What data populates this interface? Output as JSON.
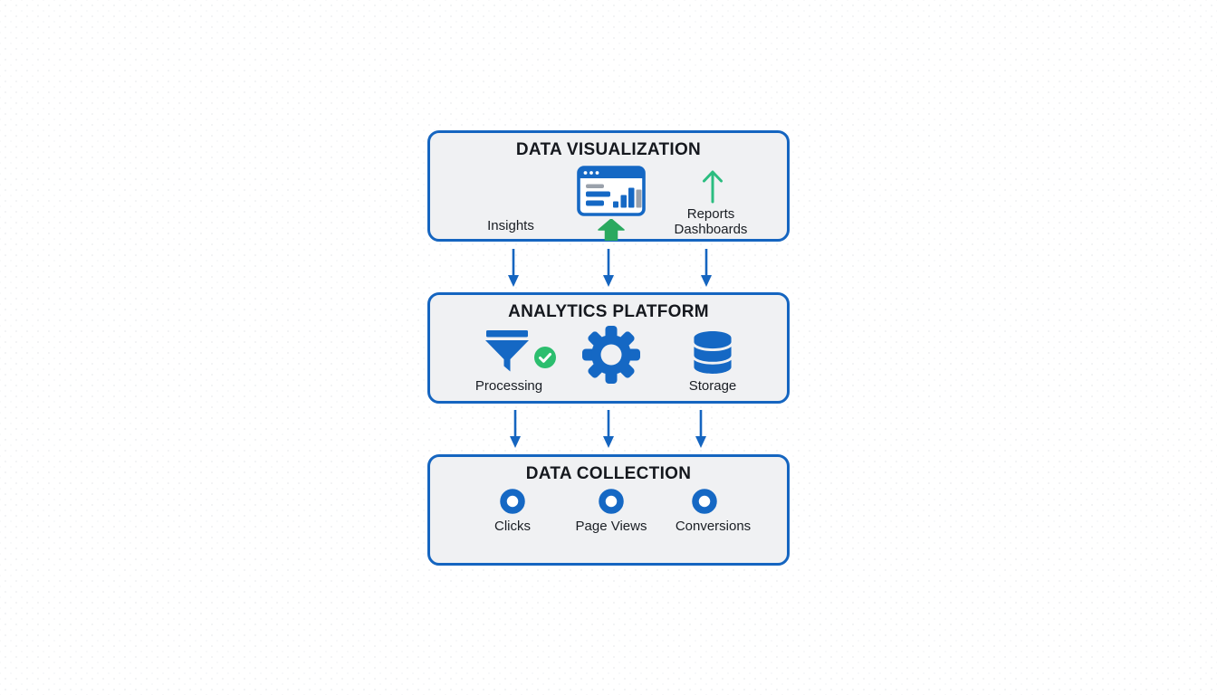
{
  "canvas": {
    "background": "#FFFFFF",
    "pattern": "faint-dot-grid"
  },
  "colors": {
    "box_border_blue": "#1565C0",
    "icon_blue": "#1568C4",
    "box_fill": "#F0F1F3",
    "title_text": "#15181E",
    "label_text": "#1A1E24",
    "muted_gray": "#9AA1AB",
    "arrow_green_bold": "#2AA95F",
    "arrow_green_thin": "#2BBD80",
    "check_green": "#2CBE6E",
    "flow_arrow_blue": "#1565C0"
  },
  "boxes": {
    "visualization": {
      "title": "DATA VISUALIZATION",
      "insights_label": "Insights",
      "reports_line1": "Reports",
      "reports_line2": "Dashboards"
    },
    "platform": {
      "title": "ANALYTICS PLATFORM",
      "processing_label": "Processing",
      "storage_label": "Storage"
    },
    "collection": {
      "title": "DATA COLLECTION",
      "clicks_label": "Clicks",
      "pageviews_label": "Page Views",
      "conversions_label": "Conversions"
    }
  },
  "icons": {
    "dashboard_window": "browser-window-bar-chart",
    "growth_arrow": "bold-green-up-arrow",
    "trend_arrow": "thin-green-up-arrow",
    "filter_funnel": "blue-funnel",
    "check_badge": "green-check-circle",
    "gear": "blue-gear",
    "database": "blue-database-cylinder",
    "collection_point": "blue-donut-circle",
    "flow_arrow": "blue-down-arrow"
  }
}
